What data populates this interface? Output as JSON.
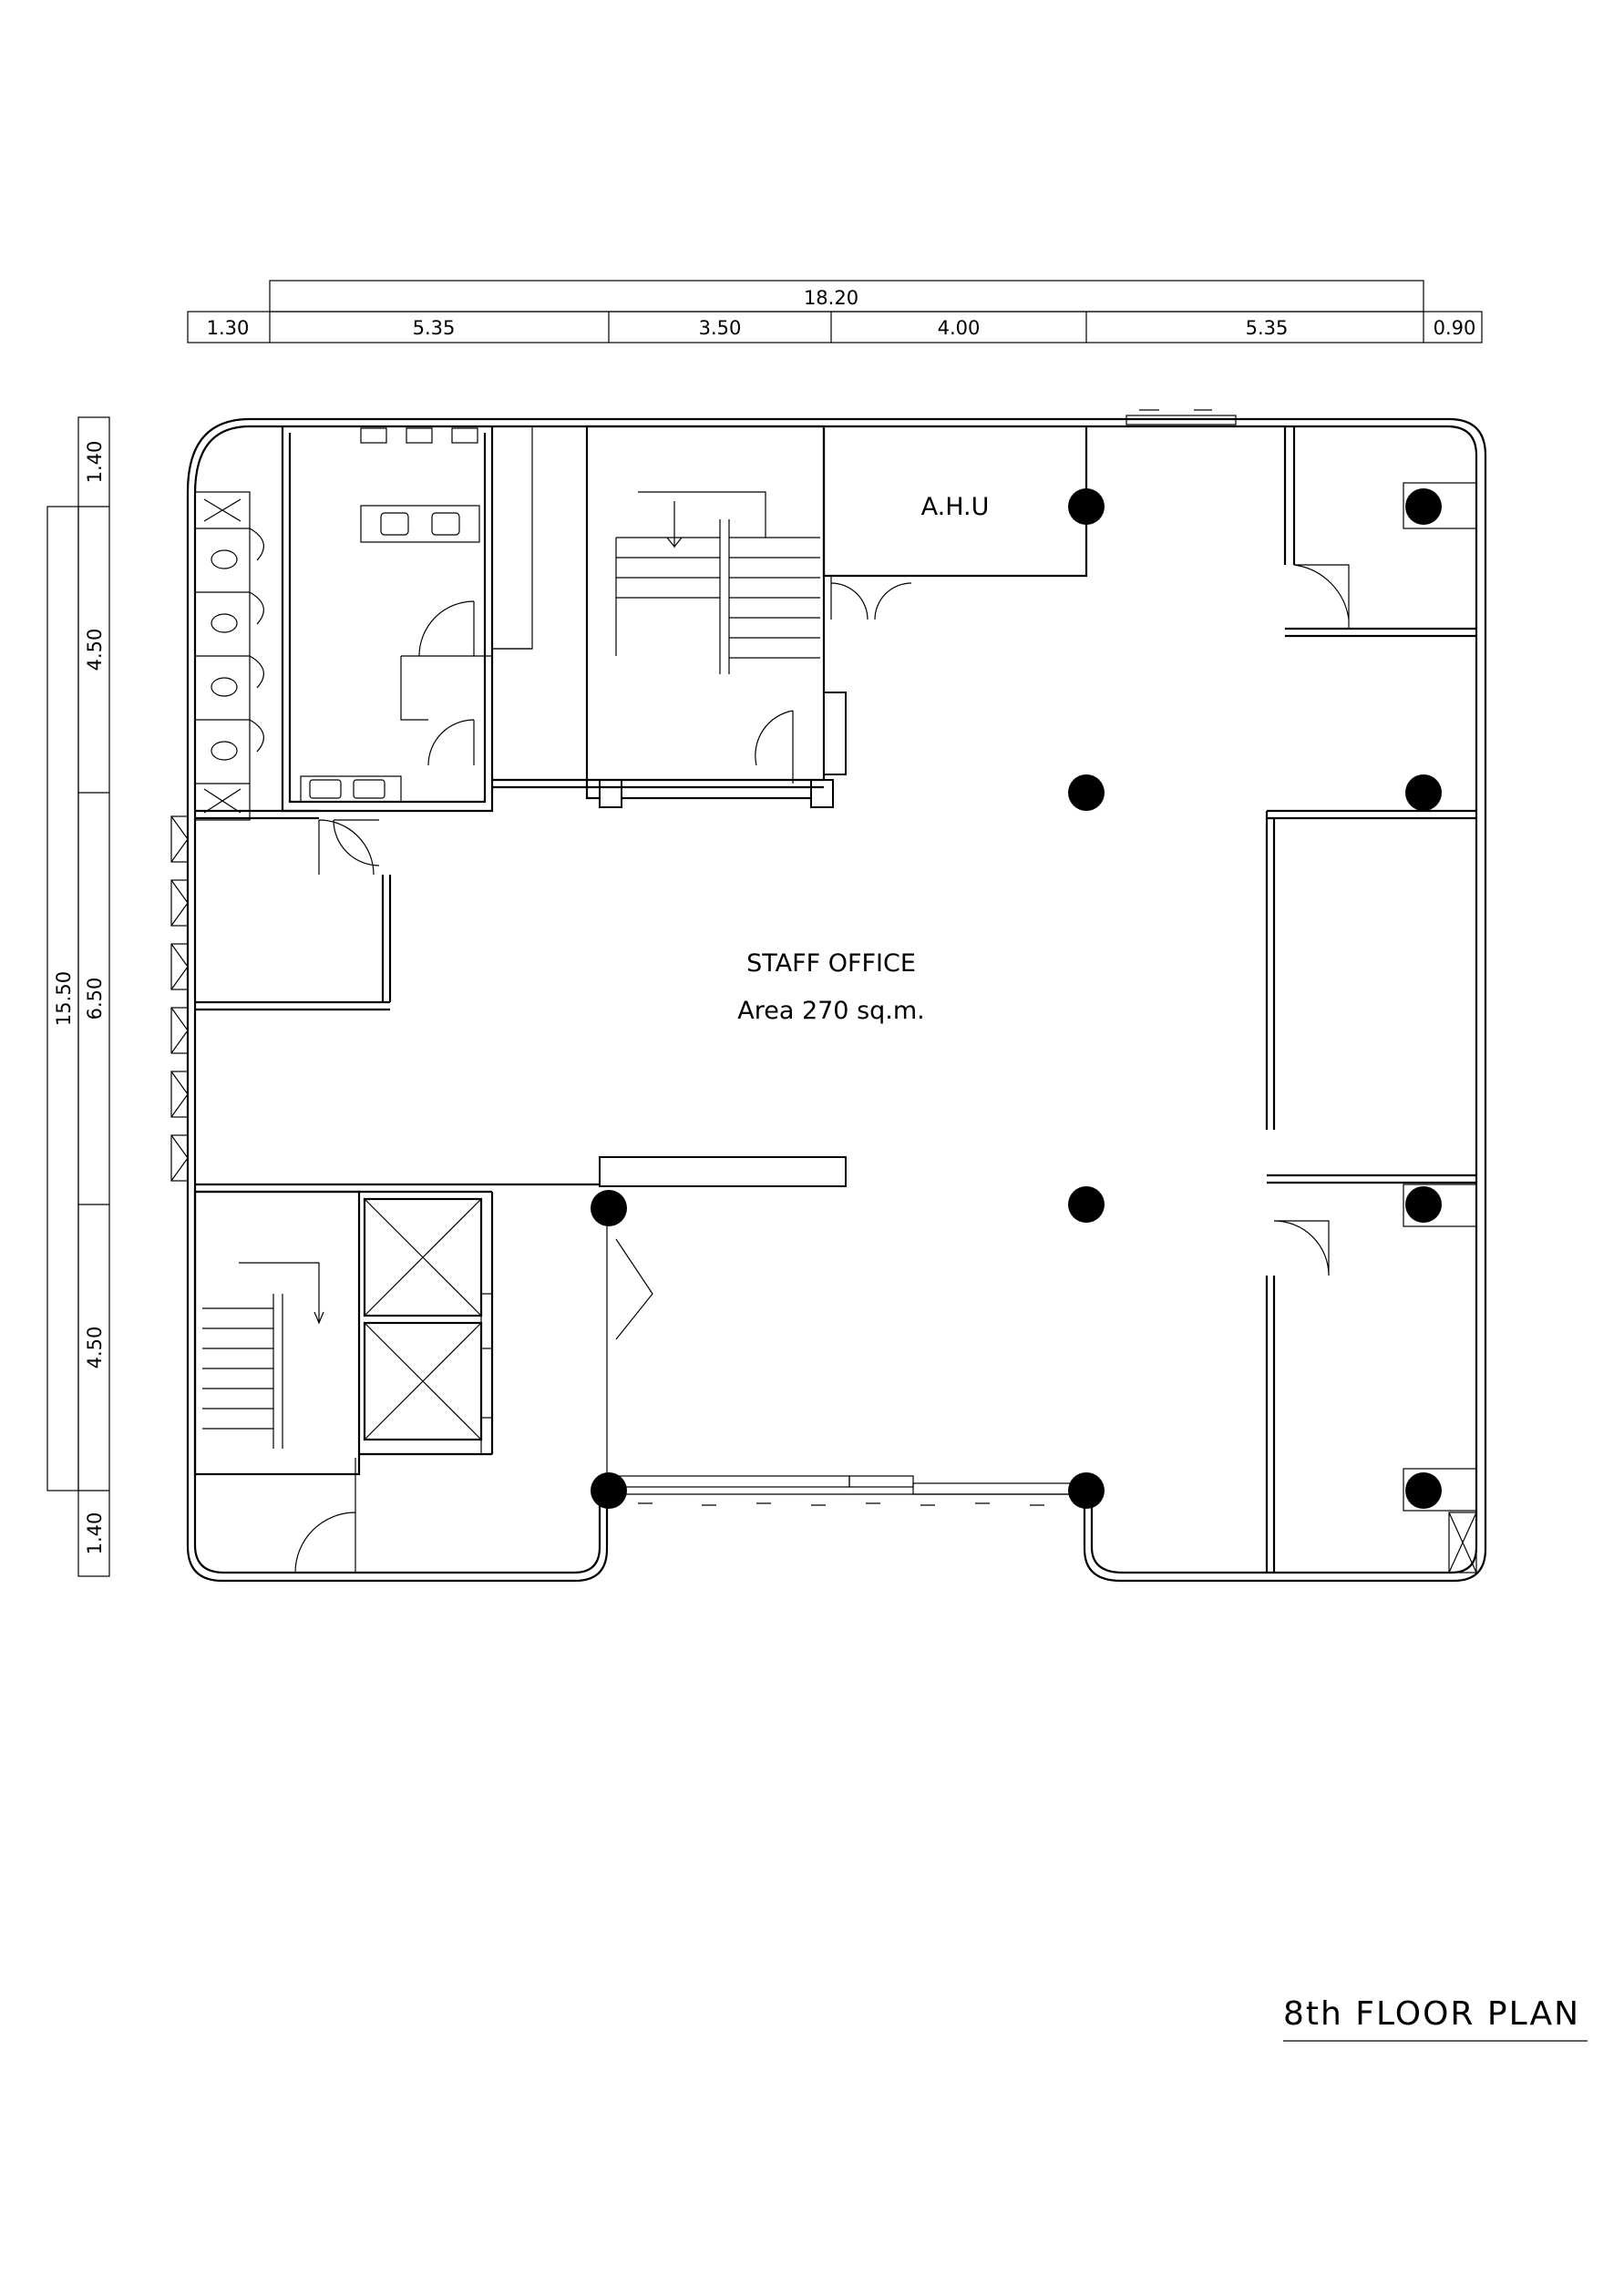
{
  "dimensions": {
    "top_total": "18.20",
    "top_segments": [
      "1.30",
      "5.35",
      "3.50",
      "4.00",
      "5.35",
      "0.90"
    ],
    "left_total": "15.50",
    "left_segments": [
      "1.40",
      "4.50",
      "6.50",
      "4.50",
      "1.40"
    ]
  },
  "rooms": {
    "ahu": "A.H.U",
    "office_name": "STAFF OFFICE",
    "office_area": "Area 270 sq.m."
  },
  "title": "8th  FLOOR  PLAN"
}
